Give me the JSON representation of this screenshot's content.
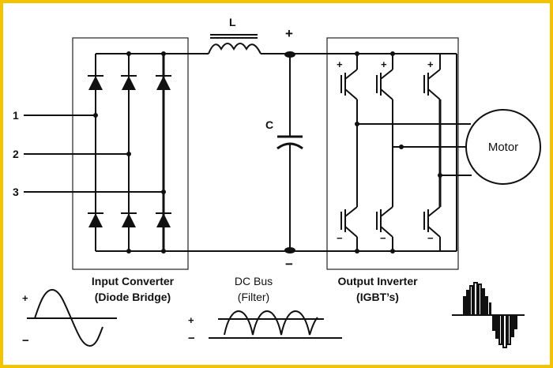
{
  "inputs": [
    "1",
    "2",
    "3"
  ],
  "inductor_label": "L",
  "capacitor_label": "C",
  "bus_plus": "+",
  "bus_minus": "−",
  "igbt_plus": "+",
  "igbt_minus": "−",
  "motor_label": "Motor",
  "input_converter": {
    "title": "Input Converter",
    "subtitle": "(Diode Bridge)"
  },
  "dc_bus": {
    "title": "DC Bus",
    "subtitle": "(Filter)"
  },
  "output_inverter": {
    "title": "Output Inverter",
    "subtitle": "(IGBT’s)"
  },
  "wave_plus": "+",
  "wave_minus": "−",
  "colors": {
    "border": "#f3c300",
    "ink": "#111111"
  }
}
